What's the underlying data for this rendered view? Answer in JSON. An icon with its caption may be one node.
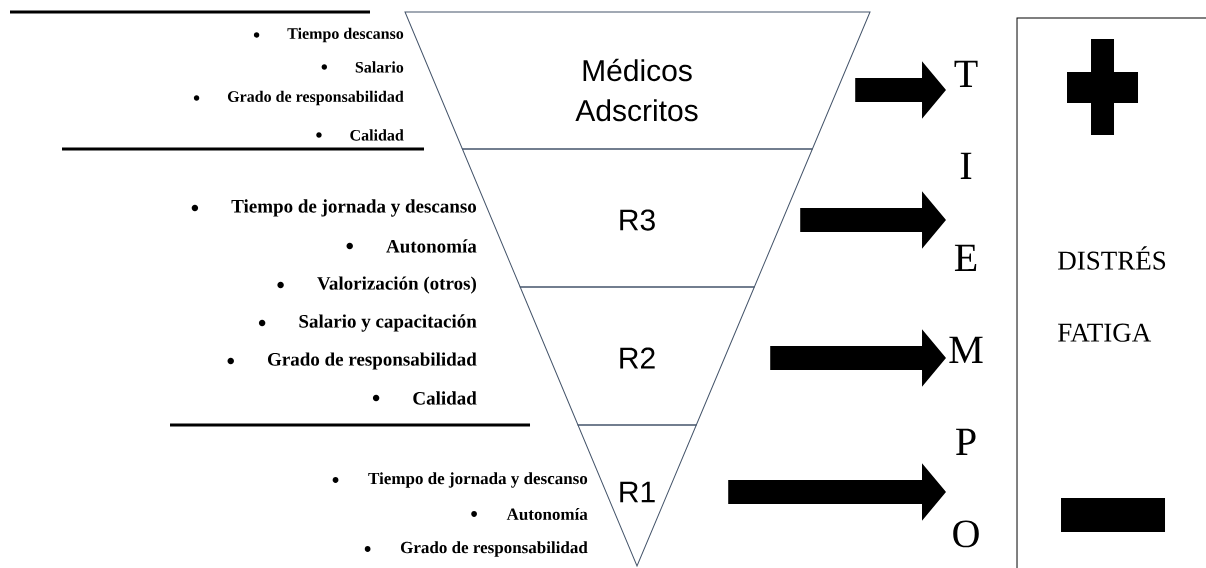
{
  "diagram": {
    "nodes": [
      {
        "text": [
          "Médicos Adscritos"
        ]
      },
      {
        "text": [
          "R3"
        ]
      },
      {
        "text": [
          "R2"
        ]
      },
      {
        "text": [
          "R1"
        ]
      },
      {
        "text": [
          "T",
          "I",
          "E",
          "M",
          "P",
          "O"
        ]
      },
      {
        "text": [
          "DISTRÉS",
          "FATIGA"
        ]
      }
    ],
    "edges": [
      {
        "from": 0,
        "to": 4,
        "arrow": "to"
      },
      {
        "from": 1,
        "to": 4,
        "arrow": "to"
      },
      {
        "from": 2,
        "to": 4,
        "arrow": "to"
      },
      {
        "from": 3,
        "to": 4,
        "arrow": "to"
      }
    ],
    "labels": [
      "Tiempo descanso",
      "Salario",
      "Grado de responsabilidad",
      "Calidad",
      "Tiempo de jornada y descanso",
      "Autonomía",
      "Valorización (otros)",
      "Salario y capacitación",
      "Grado de responsabilidad",
      "Calidad",
      "Tiempo de jornada y descanso",
      "Autonomía",
      "Grado de responsabilidad"
    ]
  }
}
